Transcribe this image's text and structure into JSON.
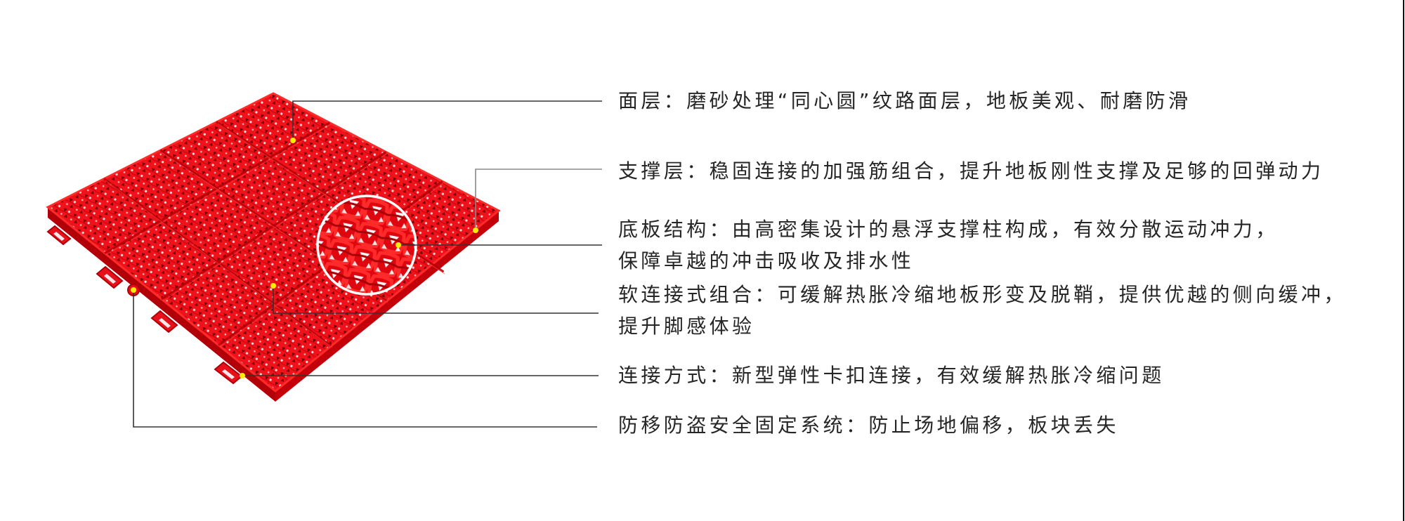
{
  "product": {
    "name": "red modular perforated sports floor tile",
    "colors": {
      "tile_red": "#f0121a",
      "tile_shadow": "#b50008",
      "hole_dark": "#5a0004",
      "callout_dot": "#ffee00",
      "leader_line": "#333333",
      "text": "#262626",
      "magnifier_ring": "#ffffff"
    }
  },
  "callouts": [
    {
      "id": "surface-layer",
      "lines": [
        "面层：磨砂处理“同心圆”纹路面层，地板美观、耐磨防滑"
      ]
    },
    {
      "id": "support-layer",
      "lines": [
        "支撑层：稳固连接的加强筋组合，提升地板刚性支撑及足够的回弹动力"
      ]
    },
    {
      "id": "base-structure",
      "lines": [
        "底板结构：由高密集设计的悬浮支撑柱构成，有效分散运动冲力，",
        "保障卓越的冲击吸收及排水性"
      ]
    },
    {
      "id": "soft-connection",
      "lines": [
        "软连接式组合：可缓解热胀冷缩地板形变及脱鞘，提供优越的侧向缓冲，",
        "提升脚感体验"
      ]
    },
    {
      "id": "connection-method",
      "lines": [
        "连接方式：新型弹性卡扣连接，有效缓解热胀冷缩问题"
      ]
    },
    {
      "id": "anti-shift-system",
      "lines": [
        "防移防盗安全固定系统：防止场地偏移，板块丢失"
      ]
    }
  ]
}
